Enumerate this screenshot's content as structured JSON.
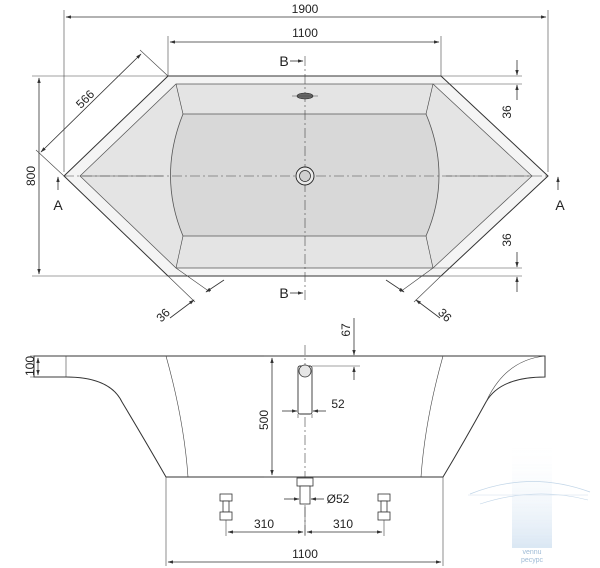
{
  "top_view": {
    "width_overall": "1900",
    "width_inner": "1100",
    "depth": "800",
    "diagonal": "566",
    "rim_top": "36",
    "rim_bottom": "36",
    "rim_left": "36",
    "rim_right": "36",
    "section_a_left": "A",
    "section_a_right": "A",
    "section_b_top": "B",
    "section_b_bottom": "B"
  },
  "side_view": {
    "rim_height": "100",
    "offset": "67",
    "depth": "500",
    "drain_width": "52",
    "drain_diameter": "Ø52",
    "spacing_left": "310",
    "spacing_right": "310",
    "base_width": "1100"
  },
  "watermark": {
    "line1": "vennu",
    "line2": "ресурс"
  },
  "colors": {
    "line": "#333333",
    "tub_outer": "#f4f4f4",
    "tub_rim": "#e2e2e2",
    "tub_inner": "#dadada",
    "watermark": "#8fb0cf"
  }
}
